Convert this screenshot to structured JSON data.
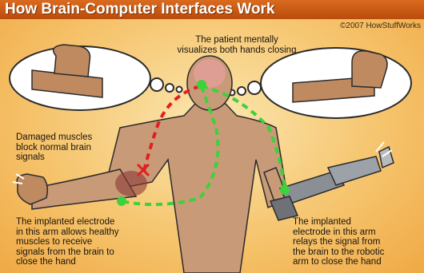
{
  "header": {
    "title": "How Brain-Computer Interfaces Work",
    "copyright": "©2007 HowStuffWorks"
  },
  "labels": {
    "visualize": [
      "The patient mentally",
      "visualizes both hands closing"
    ],
    "damaged": [
      "Damaged muscles",
      "block normal brain",
      "signals"
    ],
    "left_electrode": [
      "The implanted electrode",
      "in this arm allows healthy",
      "muscles to receive",
      "signals from the brain to",
      "close the hand"
    ],
    "right_electrode": [
      "The implanted",
      "electrode in this arm",
      "relays the signal from",
      "the brain to the robotic",
      "arm to close the hand"
    ]
  },
  "colors": {
    "header": "#c85a14",
    "background": "#f6c56f",
    "skin": "#c99a78",
    "damaged_path": "#e02020",
    "signal_path": "#3cd23c",
    "robot_arm": "#8a8f96"
  },
  "icons": [
    "thought-bubble-left",
    "thought-bubble-right",
    "closed-fist-icon",
    "robotic-arm-icon",
    "brain-icon",
    "blocked-signal-x-icon"
  ]
}
